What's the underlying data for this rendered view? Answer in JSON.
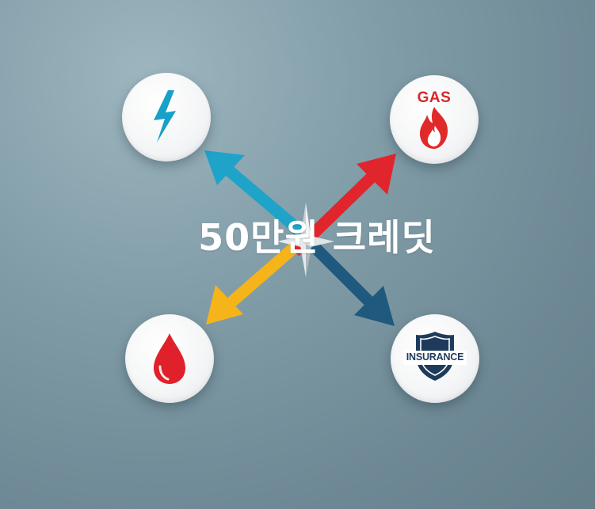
{
  "headline": "50만원 크레딧",
  "icons": {
    "electricity": "lightning-bolt-icon",
    "gas": "flame-icon",
    "water": "water-drop-icon",
    "insurance": "shield-icon"
  },
  "labels": {
    "gas": "GAS",
    "insurance": "INSURANCE"
  },
  "colors": {
    "background": "#7f9ba6",
    "arrow_electricity": "#1fa3c9",
    "arrow_gas": "#e0262c",
    "arrow_water": "#f5b41a",
    "arrow_insurance": "#1f5a7e",
    "bolt": "#17a0c8",
    "flame": "#e02a2a",
    "drop": "#e0202a",
    "shield": "#1f3b5c"
  }
}
